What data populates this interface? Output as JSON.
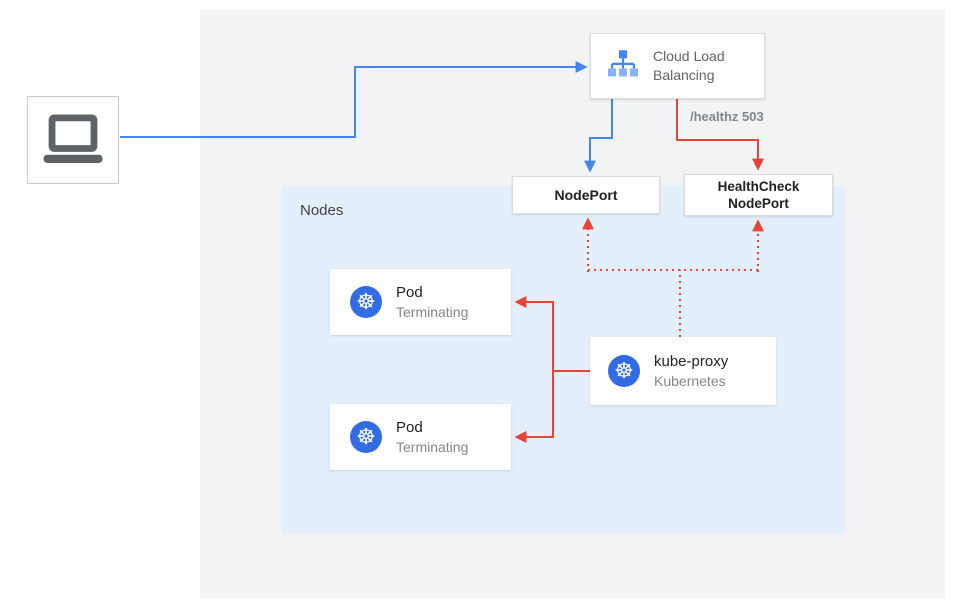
{
  "diagram": {
    "nodes_panel": {
      "label": "Nodes"
    },
    "cloud_load_balancing": {
      "line1": "Cloud Load",
      "line2": "Balancing"
    },
    "nodeport": {
      "label": "NodePort"
    },
    "healthcheck_nodeport": {
      "line1": "HealthCheck",
      "line2": "NodePort"
    },
    "pod1": {
      "title": "Pod",
      "subtitle": "Terminating"
    },
    "pod2": {
      "title": "Pod",
      "subtitle": "Terminating"
    },
    "kube_proxy": {
      "title": "kube-proxy",
      "subtitle": "Kubernetes"
    },
    "healthz_label": "/healthz 503"
  },
  "icons": {
    "kubernetes_glyph": "☸",
    "laptop": "laptop-icon",
    "cloud_load_balancing": "cloud-load-balancing-icon"
  },
  "colors": {
    "arrow_blue": "#4285f4",
    "arrow_red": "#ea4335",
    "outer_panel_bg": "#f1f3f4",
    "nodes_panel_bg": "#e3f0fc",
    "kubernetes_blue": "#326ce5",
    "box_border": "#dadce0",
    "text_primary": "#202124",
    "text_secondary": "#5f6368",
    "text_muted": "#80868b"
  }
}
